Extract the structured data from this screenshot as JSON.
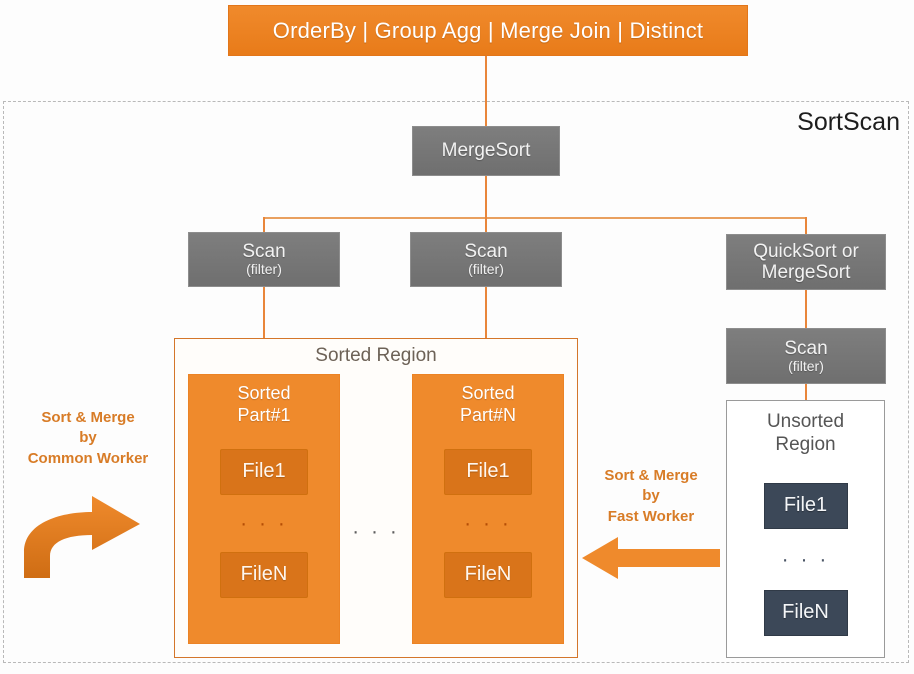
{
  "top_bar": {
    "label": "OrderBy | Group Agg | Merge Join | Distinct"
  },
  "container": {
    "title": "SortScan"
  },
  "nodes": {
    "mergesort": {
      "title": "MergeSort",
      "subtitle": ""
    },
    "scan_left": {
      "title": "Scan",
      "subtitle": "(filter)"
    },
    "scan_mid": {
      "title": "Scan",
      "subtitle": "(filter)"
    },
    "quicksort": {
      "title": "QuickSort or",
      "subtitle": "MergeSort"
    },
    "scan_right": {
      "title": "Scan",
      "subtitle": "(filter)"
    }
  },
  "sorted_region": {
    "title": "Sorted Region",
    "between_parts_ellipsis": "· · ·",
    "partitions": [
      {
        "title_line1": "Sorted",
        "title_line2": "Part#1",
        "file_first": "File1",
        "ellipsis": "· · ·",
        "file_last": "FileN"
      },
      {
        "title_line1": "Sorted",
        "title_line2": "Part#N",
        "file_first": "File1",
        "ellipsis": "· · ·",
        "file_last": "FileN"
      }
    ]
  },
  "unsorted_region": {
    "title_line1": "Unsorted",
    "title_line2": "Region",
    "file_first": "File1",
    "ellipsis": "· · ·",
    "file_last": "FileN"
  },
  "annotations": {
    "left": {
      "line1": "Sort & Merge",
      "line2": "by",
      "line3": "Common Worker"
    },
    "middle": {
      "line1": "Sort & Merge",
      "line2": "by",
      "line3": "Fast Worker"
    }
  },
  "colors": {
    "orange": "#ef8a2c",
    "orange_dark": "#d9741a",
    "gray_node": "#757575",
    "navy": "#3c4858",
    "annotation": "#d87c27"
  }
}
